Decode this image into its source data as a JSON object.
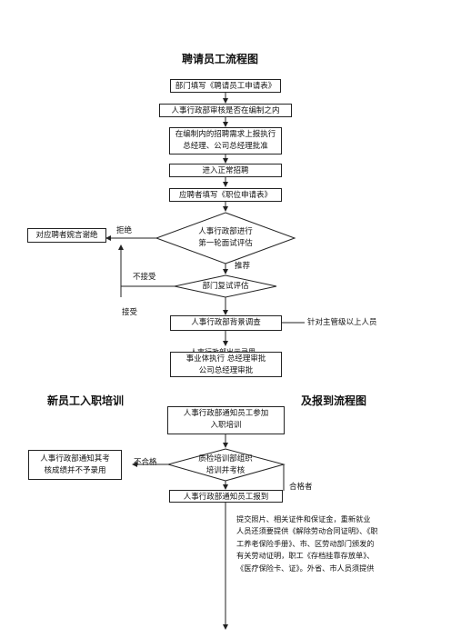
{
  "title_1": "聘请员工流程图",
  "title_2_left": "新员工入职培训",
  "title_2_right": "及报到流程图",
  "section1": {
    "b1": "部门填写《聘请员工申请表》",
    "b2": "人事行政部审核是否在编制之内",
    "b3_l1": "在编制内的招聘需求上报执行",
    "b3_l2": "总经理、公司总经理批准",
    "b4": "进入正常招聘",
    "b5": "应聘者填写《职位申请表》",
    "d1_l1": "人事行政部进行",
    "d1_l2": "第一轮面试评估",
    "reject_box": "对应聘者婉言谢绝",
    "reject_label": "拒绝",
    "recommend_label": "推荐",
    "d2": "部门复试评估",
    "not_accept_label": "不接受",
    "accept_label": "接受",
    "b6": "人事行政部背景调查",
    "b6_note": "针对主管级以上人员",
    "b7_overlap": "人事行政部出示录用",
    "b7": "事业体执行 总经理审批",
    "b8": "公司总经理审批"
  },
  "section2": {
    "c1_l1": "人事行政部通知员工参加",
    "c1_l2": "入职培训",
    "d3_l1": "质检培训部组织",
    "d3_l2": "培训并考核",
    "fail_box_l1": "人事行政部通知其考",
    "fail_box_l2": "核成绩并不予录用",
    "fail_label": "不合格",
    "pass_label": "合格者",
    "c2": "人事行政部通知员工报到",
    "para": "提交照片、相关证件和保证金，重新就业\n人员还须要提供《解除劳动合同证明》、《职\n工养老保险手册》、市、区劳动部门颁发的\n有关劳动证明，职工《存档挂靠存放单》、\n《医疗保险卡、证》。外省、市人员须提供"
  }
}
